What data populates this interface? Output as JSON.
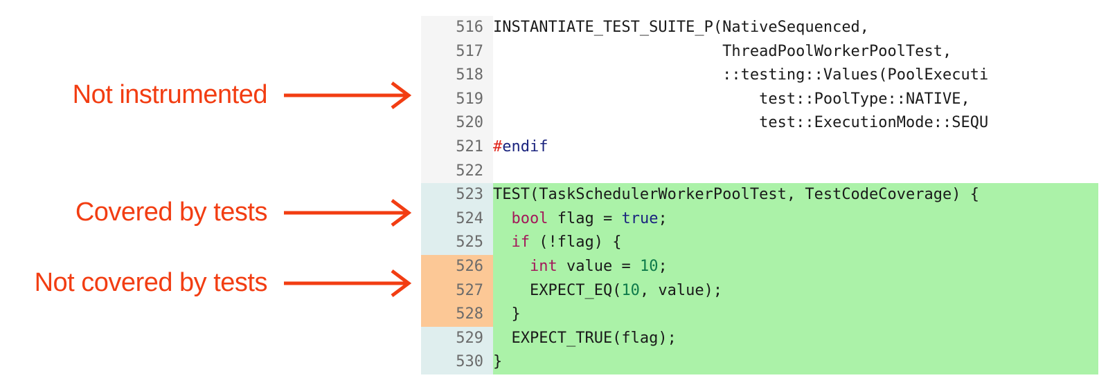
{
  "annotations": [
    {
      "label": "Not instrumented",
      "target_line": 519
    },
    {
      "label": "Covered by tests",
      "target_line": 524
    },
    {
      "label": "Not covered by tests",
      "target_line": 527
    }
  ],
  "colors": {
    "annotation": "#f23d12",
    "gutter_plain": "#f5f5f5",
    "gutter_covered": "#dfeeee",
    "gutter_uncovered": "#fcc896",
    "code_covered": "#abf2a8"
  },
  "code_lines": [
    {
      "n": "516",
      "status": "none",
      "tokens": [
        {
          "t": "INSTANTIATE_TEST_SUITE_P(NativeSequenced,",
          "c": ""
        }
      ]
    },
    {
      "n": "517",
      "status": "none",
      "tokens": [
        {
          "t": "                         ThreadPoolWorkerPoolTest,",
          "c": ""
        }
      ]
    },
    {
      "n": "518",
      "status": "none",
      "tokens": [
        {
          "t": "                         ::testing::Values(PoolExecuti",
          "c": ""
        }
      ]
    },
    {
      "n": "519",
      "status": "none",
      "tokens": [
        {
          "t": "                             test::PoolType::NATIVE,",
          "c": ""
        }
      ]
    },
    {
      "n": "520",
      "status": "none",
      "tokens": [
        {
          "t": "                             test::ExecutionMode::SEQU",
          "c": ""
        }
      ]
    },
    {
      "n": "521",
      "status": "none",
      "tokens": [
        {
          "t": "#",
          "c": "pre"
        },
        {
          "t": "endif",
          "c": "dir"
        }
      ]
    },
    {
      "n": "522",
      "status": "none",
      "tokens": [
        {
          "t": "",
          "c": ""
        }
      ]
    },
    {
      "n": "523",
      "status": "covered",
      "tokens": [
        {
          "t": "TEST(TaskSchedulerWorkerPoolTest, TestCodeCoverage) {",
          "c": ""
        }
      ]
    },
    {
      "n": "524",
      "status": "covered",
      "tokens": [
        {
          "t": "  ",
          "c": ""
        },
        {
          "t": "bool",
          "c": "kw"
        },
        {
          "t": " flag = ",
          "c": ""
        },
        {
          "t": "true",
          "c": "lit"
        },
        {
          "t": ";",
          "c": ""
        }
      ]
    },
    {
      "n": "525",
      "status": "covered",
      "tokens": [
        {
          "t": "  ",
          "c": ""
        },
        {
          "t": "if",
          "c": "kw"
        },
        {
          "t": " (!flag) {",
          "c": ""
        }
      ]
    },
    {
      "n": "526",
      "status": "uncovered",
      "tokens": [
        {
          "t": "    ",
          "c": ""
        },
        {
          "t": "int",
          "c": "kw"
        },
        {
          "t": " value = ",
          "c": ""
        },
        {
          "t": "10",
          "c": "num"
        },
        {
          "t": ";",
          "c": ""
        }
      ]
    },
    {
      "n": "527",
      "status": "uncovered",
      "tokens": [
        {
          "t": "    EXPECT_EQ(",
          "c": ""
        },
        {
          "t": "10",
          "c": "num"
        },
        {
          "t": ", value);",
          "c": ""
        }
      ]
    },
    {
      "n": "528",
      "status": "uncovered",
      "tokens": [
        {
          "t": "  }",
          "c": ""
        }
      ]
    },
    {
      "n": "529",
      "status": "covered",
      "tokens": [
        {
          "t": "  EXPECT_TRUE(flag);",
          "c": ""
        }
      ]
    },
    {
      "n": "530",
      "status": "covered",
      "tokens": [
        {
          "t": "}",
          "c": ""
        }
      ]
    }
  ]
}
